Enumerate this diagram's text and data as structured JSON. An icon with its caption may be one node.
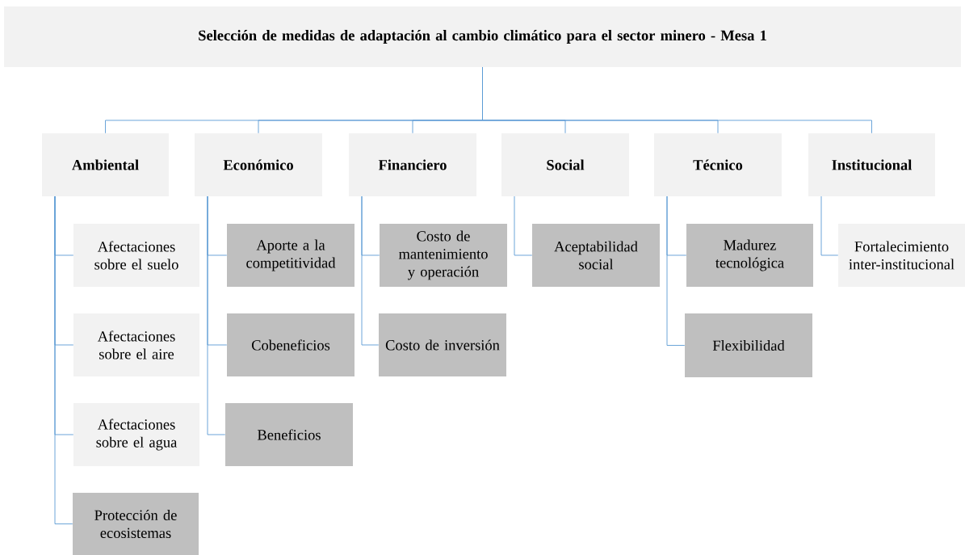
{
  "diagram": {
    "nodes": [
      {
        "text": [
          "**Selección de medidas de adaptación  al cambio climático para el sector minero - Mesa 1**"
        ]
      },
      {
        "text": [
          "**Ambiental**"
        ]
      },
      {
        "text": [
          "**Económico**"
        ]
      },
      {
        "text": [
          "**Financiero**"
        ]
      },
      {
        "text": [
          "**Social**"
        ]
      },
      {
        "text": [
          "**Técnico**"
        ]
      },
      {
        "text": [
          "**Institucional**"
        ]
      },
      {
        "text": [
          "Afectaciones sobre el suelo"
        ]
      },
      {
        "text": [
          "Afectaciones sobre el aire"
        ]
      },
      {
        "text": [
          "Afectaciones sobre el agua"
        ]
      },
      {
        "text": [
          "Protección de ecosistemas"
        ]
      },
      {
        "text": [
          "Aporte a la competitividad"
        ]
      },
      {
        "text": [
          "Cobeneficios"
        ]
      },
      {
        "text": [
          "Beneficios"
        ]
      },
      {
        "text": [
          "Costo de mantenimiento y operación"
        ]
      },
      {
        "text": [
          "Costo de inversión"
        ]
      },
      {
        "text": [
          "Aceptabilidad social"
        ]
      },
      {
        "text": [
          "Madurez tecnológica"
        ]
      },
      {
        "text": [
          "Flexibilidad"
        ]
      },
      {
        "text": [
          "Fortalecimiento inter-institucional"
        ]
      }
    ],
    "edges": [
      {
        "from": 0,
        "to": 1,
        "arrow": "none"
      },
      {
        "from": 0,
        "to": 2,
        "arrow": "none"
      },
      {
        "from": 0,
        "to": 3,
        "arrow": "none"
      },
      {
        "from": 0,
        "to": 4,
        "arrow": "none"
      },
      {
        "from": 0,
        "to": 5,
        "arrow": "none"
      },
      {
        "from": 0,
        "to": 6,
        "arrow": "none"
      },
      {
        "from": 1,
        "to": 7,
        "arrow": "none"
      },
      {
        "from": 1,
        "to": 8,
        "arrow": "none"
      },
      {
        "from": 1,
        "to": 9,
        "arrow": "none"
      },
      {
        "from": 1,
        "to": 10,
        "arrow": "none"
      },
      {
        "from": 2,
        "to": 11,
        "arrow": "none"
      },
      {
        "from": 2,
        "to": 12,
        "arrow": "none"
      },
      {
        "from": 2,
        "to": 13,
        "arrow": "none"
      },
      {
        "from": 3,
        "to": 14,
        "arrow": "none"
      },
      {
        "from": 3,
        "to": 15,
        "arrow": "none"
      },
      {
        "from": 4,
        "to": 16,
        "arrow": "none"
      },
      {
        "from": 5,
        "to": 17,
        "arrow": "none"
      },
      {
        "from": 5,
        "to": 18,
        "arrow": "none"
      },
      {
        "from": 6,
        "to": 19,
        "arrow": "none"
      }
    ]
  }
}
